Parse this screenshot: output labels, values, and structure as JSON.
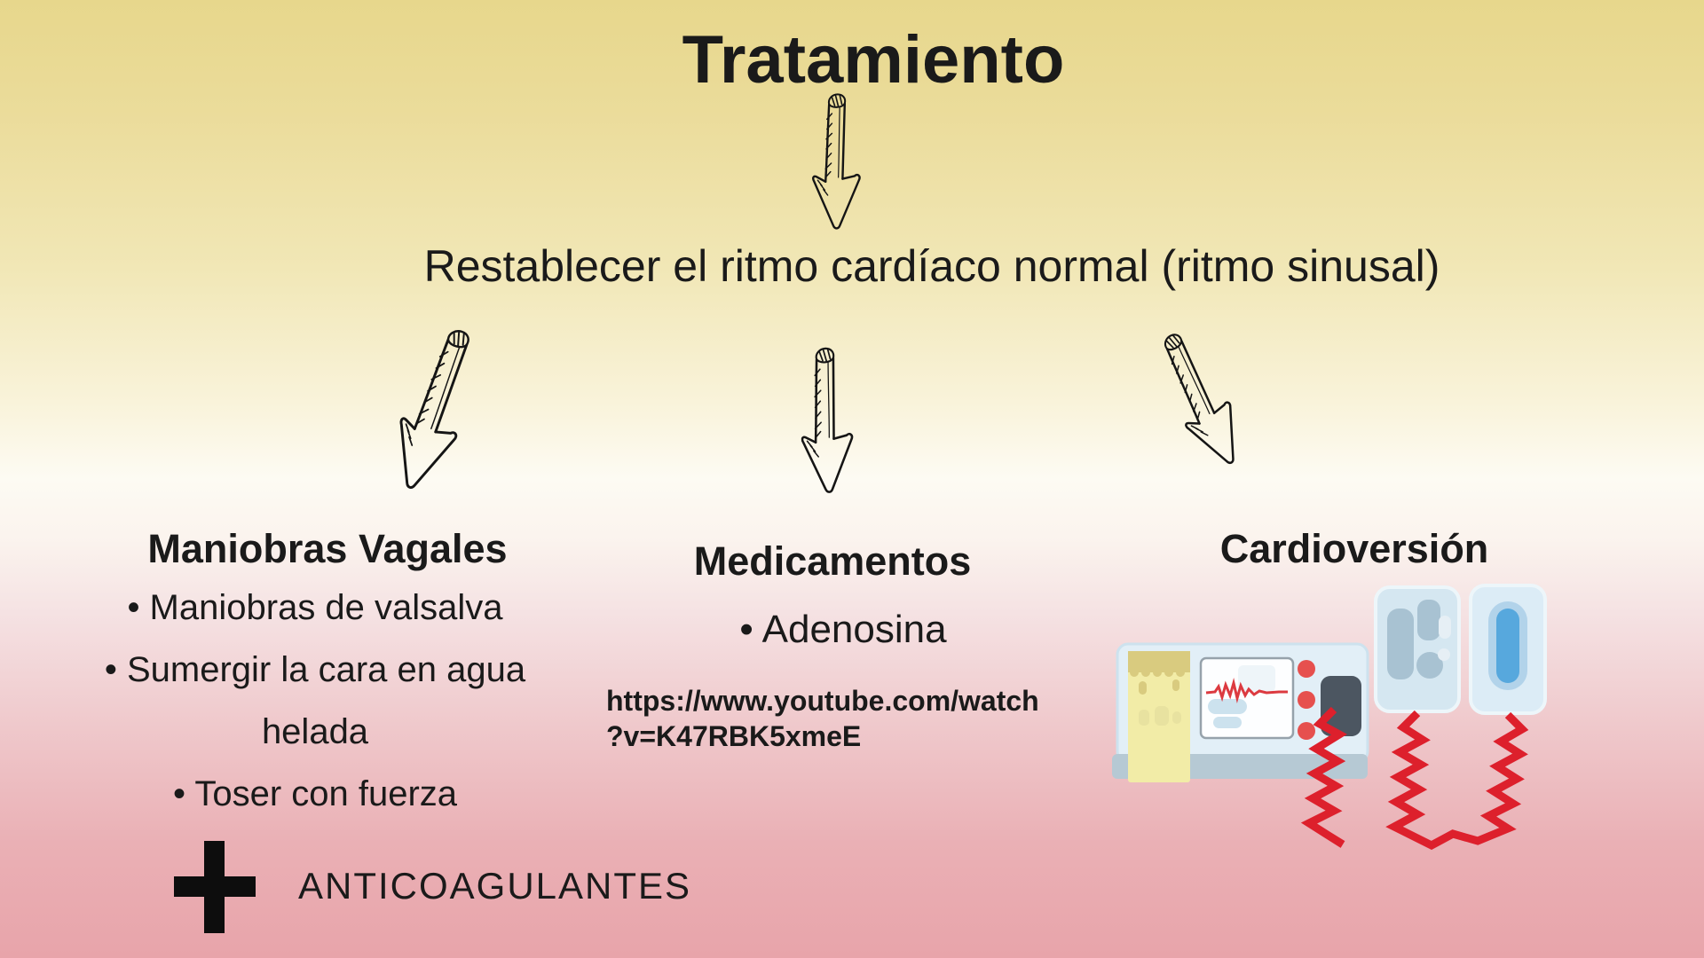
{
  "slide": {
    "title": "Tratamiento",
    "subtitle": "Restablecer el ritmo cardíaco normal (ritmo sinusal)",
    "left_column": {
      "heading": "Maniobras Vagales",
      "bullets": [
        "• Maniobras de valsalva",
        "• Sumergir la cara en agua helada",
        "• Toser con fuerza"
      ]
    },
    "middle_column": {
      "heading": "Medicamentos",
      "bullets": [
        "• Adenosina"
      ],
      "link_line1": "https://www.youtube.com/watch",
      "link_line2": "?v=K47RBK5xmeE"
    },
    "right_column": {
      "heading": "Cardioversión",
      "illustration": "defibrillator-with-paddles"
    },
    "footer": {
      "plus_symbol": "+",
      "label": "ANTICOAGULANTES"
    },
    "colors": {
      "background_top": "#e7d78c",
      "background_middle": "#fdfbf3",
      "background_bottom": "#e8a4aa",
      "text": "#1a1a1a",
      "arrow_ink": "#151515",
      "cable_red": "#dd202c",
      "ecg_red": "#dc3a40",
      "machine_body_blue": "#e2eff7",
      "machine_base_gray": "#b6c9d4",
      "paper_yellow": "#f2eca7",
      "paper_band_tan": "#d9cb7f",
      "button_red": "#e6504e",
      "handle_dark": "#4c5661",
      "paddle_blue": "#57a8dd"
    }
  }
}
